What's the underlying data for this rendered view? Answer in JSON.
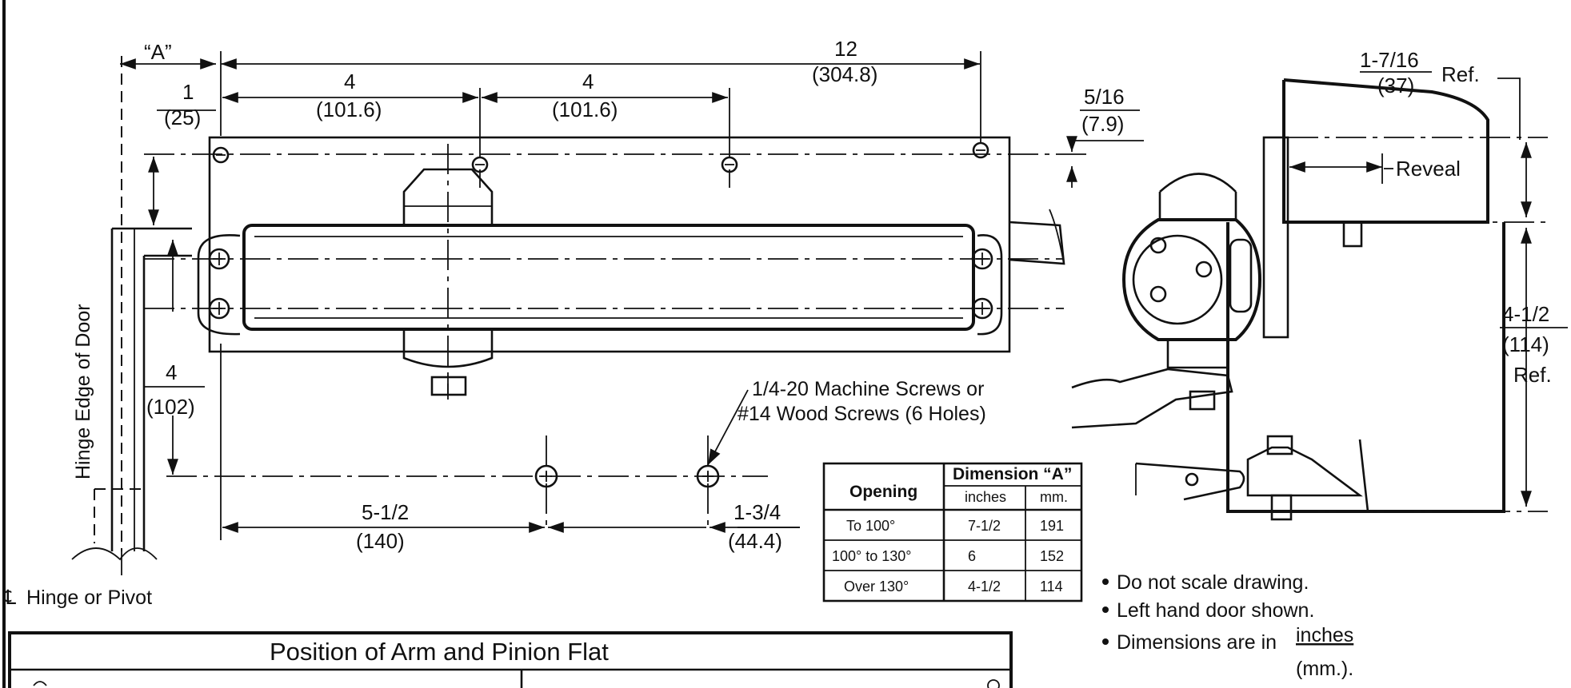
{
  "dimensions": {
    "a_label": "“A”",
    "overall": {
      "inches": "12",
      "mm": "(304.8)"
    },
    "hole_spacing_1": {
      "inches": "4",
      "mm": "(101.6)"
    },
    "hole_spacing_2": {
      "inches": "4",
      "mm": "(101.6)"
    },
    "top_offset": {
      "inches": "1",
      "mm": "(25)"
    },
    "vertical_offset": {
      "inches": "5/16",
      "mm": "(7.9)"
    },
    "lower_offset": {
      "inches": "4",
      "mm": "(102)"
    },
    "bottom_span": {
      "inches": "5-1/2",
      "mm": "(140)"
    },
    "bottom_edge": {
      "inches": "1-3/4",
      "mm": "(44.4)"
    },
    "side_top": {
      "inches": "1-7/16",
      "mm": "(37)",
      "suffix": "Ref."
    },
    "side_height": {
      "inches": "4-1/2",
      "mm": "(114)",
      "suffix": "Ref."
    }
  },
  "labels": {
    "hinge_edge": "Hinge Edge of Door",
    "hinge_pivot": "Hinge or Pivot",
    "centerline_symbol": "℄",
    "screws_line1": "1/4-20 Machine Screws or",
    "screws_line2": "#14 Wood Screws (6 Holes)",
    "reveal": "Reveal"
  },
  "table": {
    "col_opening": "Opening",
    "col_dimension": "Dimension “A”",
    "sub_inches": "inches",
    "sub_mm": "mm.",
    "rows": [
      {
        "opening": "To 100°",
        "inches": "7-1/2",
        "mm": "191"
      },
      {
        "opening": "100° to 130°",
        "inches": "6",
        "mm": "152"
      },
      {
        "opening": "Over 130°",
        "inches": "4-1/2",
        "mm": "114"
      }
    ]
  },
  "notes": {
    "note1": "Do not scale drawing.",
    "note2": "Left hand door shown.",
    "note3_prefix": "Dimensions are in",
    "note3_inches": "inches",
    "note3_mm": "(mm.)."
  },
  "position_panel": {
    "title": "Position of Arm and Pinion Flat"
  }
}
